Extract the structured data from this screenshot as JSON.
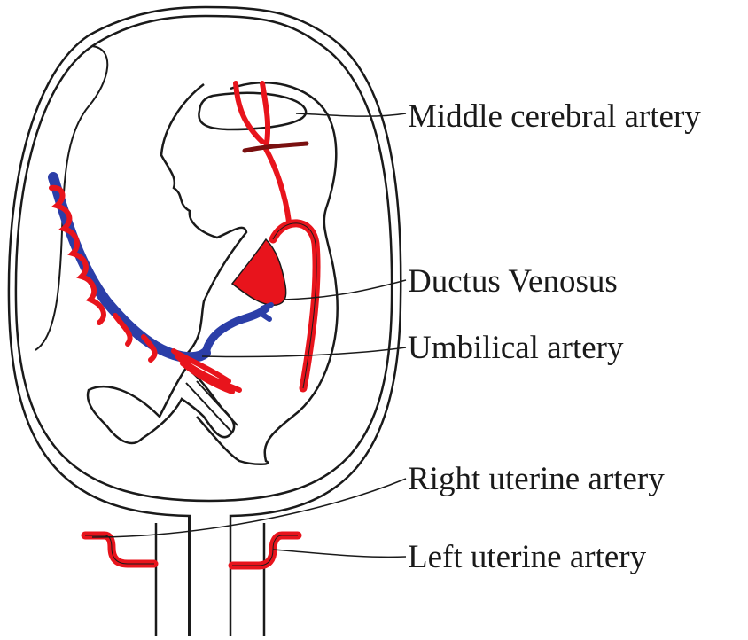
{
  "labels": {
    "middle_cerebral": "Middle cerebral artery",
    "ductus_venosus": "Ductus Venosus",
    "umbilical": "Umbilical artery",
    "right_uterine": "Right uterine artery",
    "left_uterine": "Left uterine artery"
  },
  "colors": {
    "artery": "#e8141c",
    "vein": "#2b3ea8",
    "outline": "#1a1a1a"
  }
}
